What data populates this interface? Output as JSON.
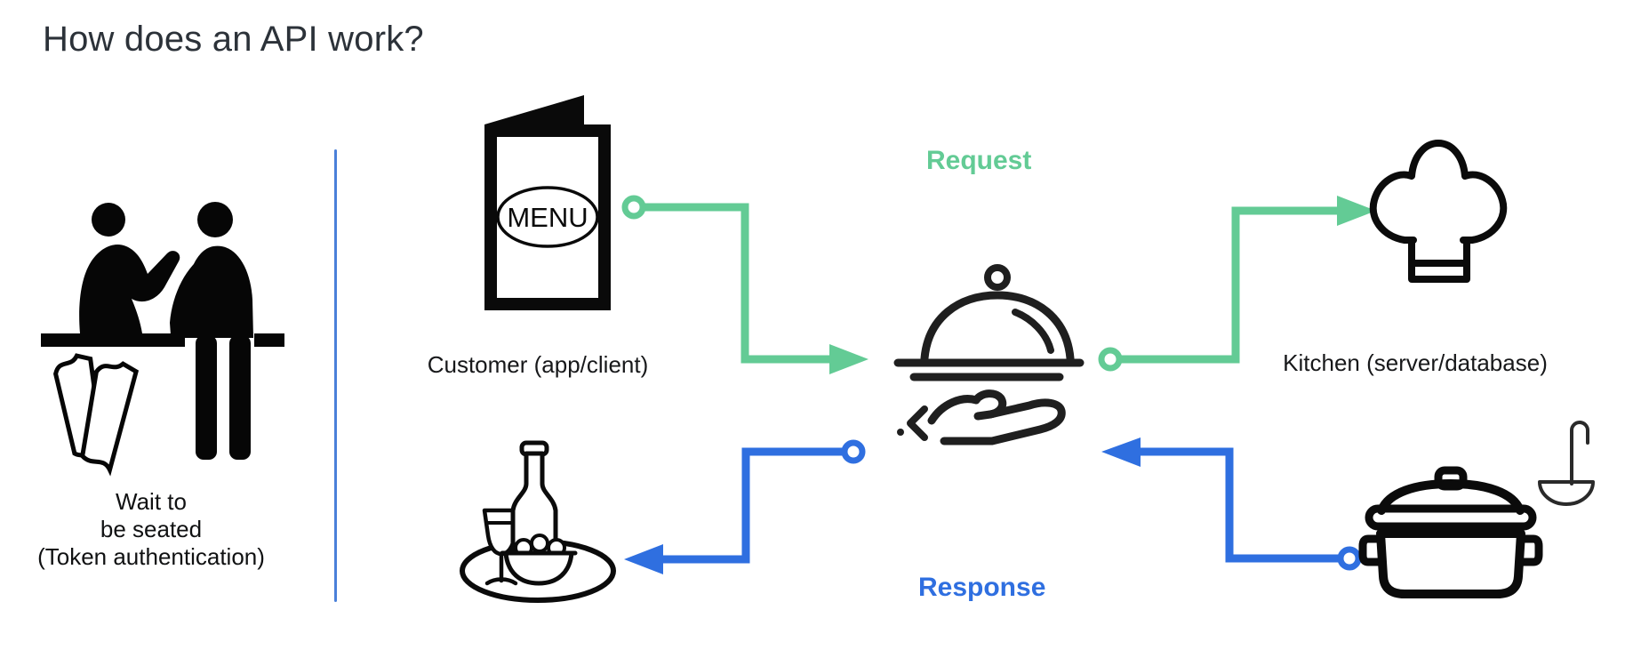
{
  "title": "How does an API work?",
  "colors": {
    "request_green": "#63cb95",
    "response_blue": "#2f6fe0",
    "divider_blue": "#4a80d9",
    "title_dark": "#2c3239",
    "icon_black": "#111111"
  },
  "left_panel": {
    "icon": "reception-desk-icon",
    "caption_lines": [
      "Wait to",
      "be seated",
      "(Token authentication)"
    ]
  },
  "flow": {
    "customer": {
      "label": "Customer (app/client)",
      "icon": "menu-icon",
      "menu_text": "MENU"
    },
    "api_waiter": {
      "icon": "waiter-serving-tray-icon"
    },
    "kitchen": {
      "label": "Kitchen (server/database)",
      "icon": "chef-hat-icon"
    },
    "request_label": "Request",
    "response_label": "Response",
    "served_food": {
      "icon": "wine-and-plate-icon"
    },
    "cooking": {
      "icon": "pot-and-ladle-icon"
    },
    "arrows": [
      {
        "name": "request-customer-to-api",
        "color": "#63cb95"
      },
      {
        "name": "request-api-to-kitchen",
        "color": "#63cb95"
      },
      {
        "name": "response-kitchen-to-api",
        "color": "#2f6fe0"
      },
      {
        "name": "response-api-to-customer",
        "color": "#2f6fe0"
      }
    ]
  }
}
